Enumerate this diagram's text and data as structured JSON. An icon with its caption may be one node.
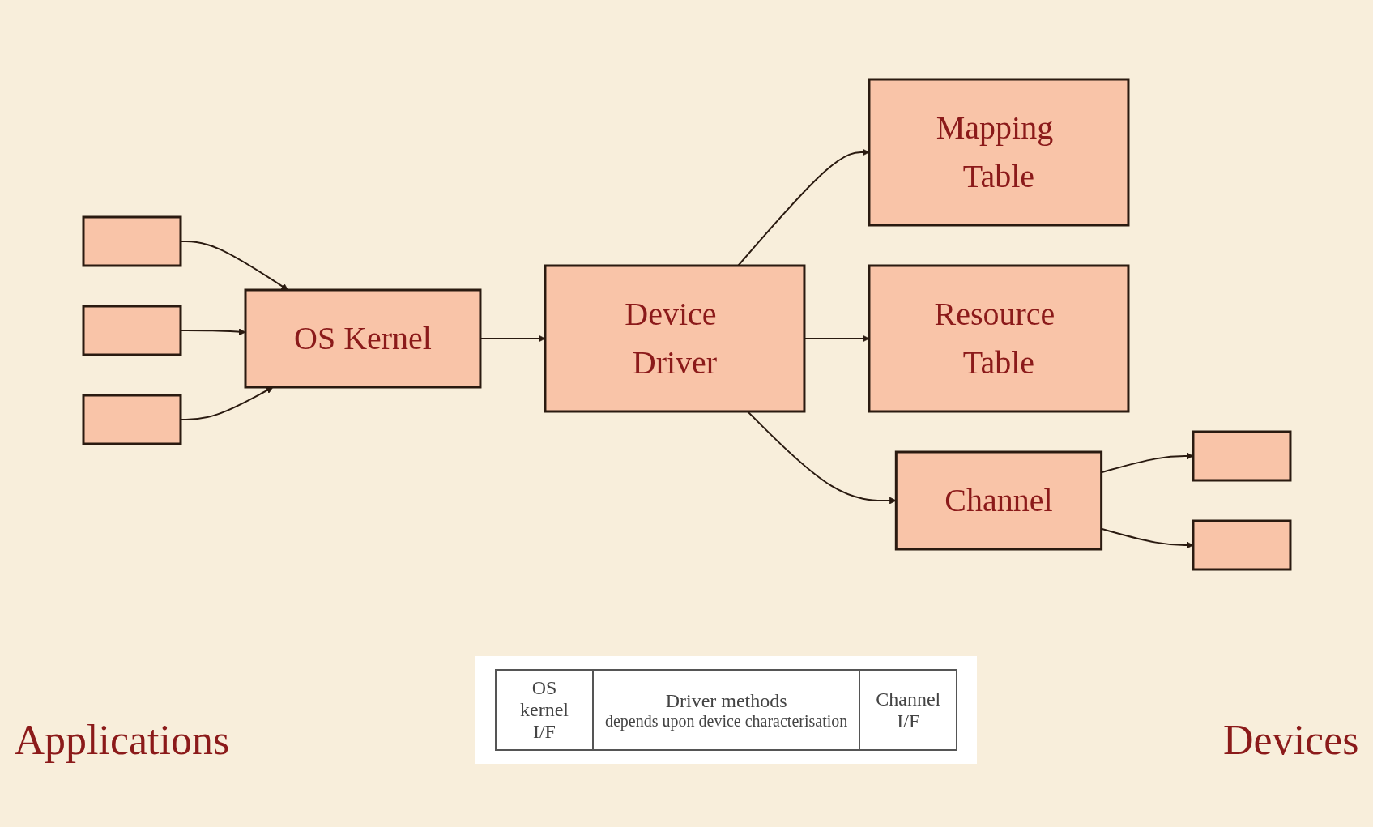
{
  "diagram": {
    "nodes": [
      {
        "text": [],
        "shape": "box"
      },
      {
        "text": [],
        "shape": "box"
      },
      {
        "text": [],
        "shape": "box"
      },
      {
        "text": [
          "OS Kernel"
        ]
      },
      {
        "text": [
          "Mapping Table"
        ]
      },
      {
        "text": [
          "Device Driver"
        ]
      },
      {
        "text": [
          "Resource Table"
        ]
      },
      {
        "text": [
          "Channel"
        ]
      },
      {
        "text": [],
        "shape": "box"
      },
      {
        "text": [],
        "shape": "box"
      }
    ],
    "edges": [
      {
        "from": 0,
        "to": 3,
        "arrow": "to"
      },
      {
        "from": 1,
        "to": 3,
        "arrow": "to"
      },
      {
        "from": 2,
        "to": 3,
        "arrow": "to"
      },
      {
        "from": 3,
        "to": 5,
        "arrow": "to"
      },
      {
        "from": 5,
        "to": 4,
        "arrow": "to"
      },
      {
        "from": 5,
        "to": 6,
        "arrow": "to"
      },
      {
        "from": 5,
        "to": 7,
        "arrow": "to"
      },
      {
        "from": 7,
        "to": 8,
        "arrow": "to"
      },
      {
        "from": 7,
        "to": 9,
        "arrow": "to"
      }
    ],
    "labels": [
      "Applications",
      "OS kernel I/F",
      "Driver methods",
      "depends upon device characterisation",
      "Channel I/F",
      "Devices"
    ]
  }
}
